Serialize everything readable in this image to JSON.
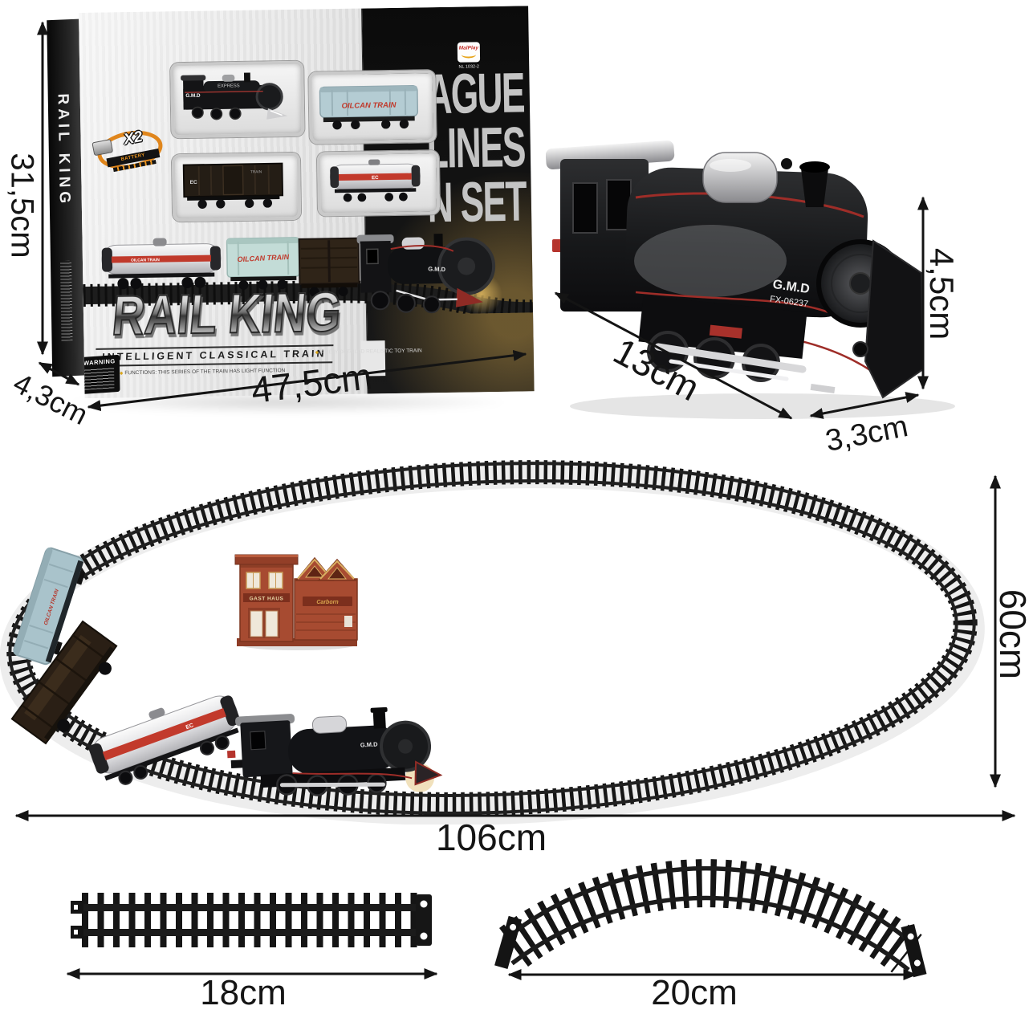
{
  "box": {
    "spine_title": "RAIL KING",
    "logo": "MalPlay",
    "model": "NL 1032-2",
    "panel_lines": [
      "AGUE",
      "LINES",
      "N SET"
    ],
    "badge": {
      "count": "X2",
      "label": "BATTERY OPERATED"
    },
    "title": "RAIL KING",
    "subtitle": "INTELLIGENT CLASSICAL TRAIN",
    "bullet1": "FUNCTIONS: THIS SERIES OF THE TRAIN HAS LIGHT FUNCTION",
    "bullet2": "FINELY DETAILED REALISTIC TOY TRAIN",
    "warning": "WARNING",
    "cars": {
      "express": "EXPRESS",
      "gmd": "G.M.D",
      "oilcan": "OILCAN TRAIN",
      "ec": "EC",
      "train": "TRAIN"
    }
  },
  "locomotive": {
    "brand": "G.M.D",
    "model": "FX-06237"
  },
  "station": {
    "sign_left": "GAST HAUS",
    "sign_right": "Carborn"
  },
  "dimensions": {
    "box_height": "31,5cm",
    "box_width": "47,5cm",
    "box_depth": "4,3cm",
    "loco_length": "13cm",
    "loco_height": "4,5cm",
    "loco_width": "3,3cm",
    "layout_height": "60cm",
    "layout_width": "106cm",
    "straight_track": "18cm",
    "curved_track": "20cm"
  },
  "icons": {
    "bullet": "◆",
    "warning_triangle": "⚠"
  },
  "colors": {
    "track_black": "#161616",
    "loco_black": "#141517",
    "accent_red": "#b5342d",
    "silver": "#d6d6d9",
    "hopper_blue": "#a9c3cb",
    "hopper_teal": "#c3dcd7",
    "boxcar_brown": "#2a1f15",
    "station_brick": "#a74b31",
    "badge_orange": "#e0861c"
  }
}
